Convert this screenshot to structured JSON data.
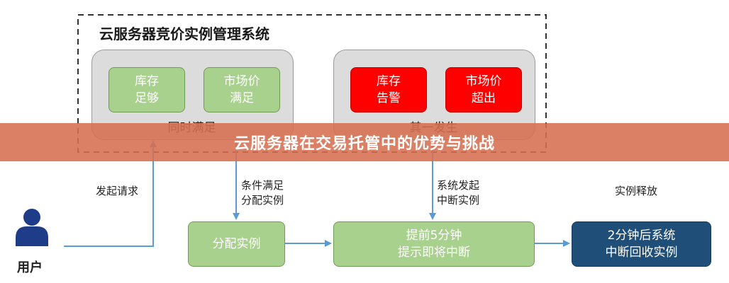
{
  "system": {
    "title": "云服务器竞价实例管理系统",
    "groups": [
      {
        "label": "同时满足",
        "conditions": [
          "库存\n足够",
          "市场价\n满足"
        ],
        "status": "ok"
      },
      {
        "label": "其一发生",
        "conditions": [
          "库存\n告警",
          "市场价\n超出"
        ],
        "status": "alert"
      }
    ]
  },
  "banner": {
    "text": "云服务器在交易托管中的优势与挑战"
  },
  "user": {
    "label": "用户",
    "icon": "user-icon"
  },
  "edge_labels": {
    "request": "发起请求",
    "allocate": "条件满足\n分配实例",
    "interrupt": "系统发起\n中断实例",
    "release": "实例释放"
  },
  "steps": [
    {
      "label": "分配实例",
      "style": "green"
    },
    {
      "label": "提前5分钟\n提示即将中断",
      "style": "green"
    },
    {
      "label": "2分钟后系统\n中断回收实例",
      "style": "blue"
    }
  ],
  "colors": {
    "ok_green": "#a9d18e",
    "alert_red": "#ff0000",
    "final_blue": "#1f4e79",
    "arrow_blue": "#5b9bd5",
    "banner": "#d76e50",
    "user_icon": "#1f3c88"
  }
}
